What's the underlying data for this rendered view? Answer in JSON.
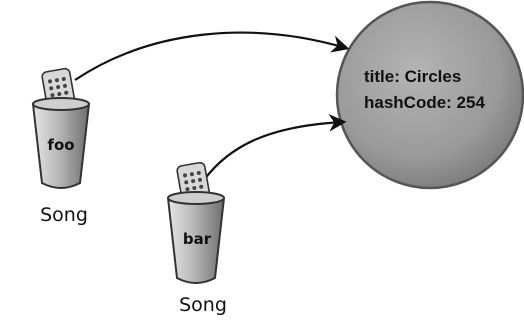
{
  "object": {
    "line1": "title: Circles",
    "line2": "hashCode: 254",
    "fill_color": "#9a9a9a"
  },
  "references": [
    {
      "var_name": "foo",
      "type_label": "Song"
    },
    {
      "var_name": "bar",
      "type_label": "Song"
    }
  ],
  "icons": {
    "cup": "reference-cup-icon",
    "remote": "remote-control-icon",
    "arrow": "reference-arrow"
  }
}
